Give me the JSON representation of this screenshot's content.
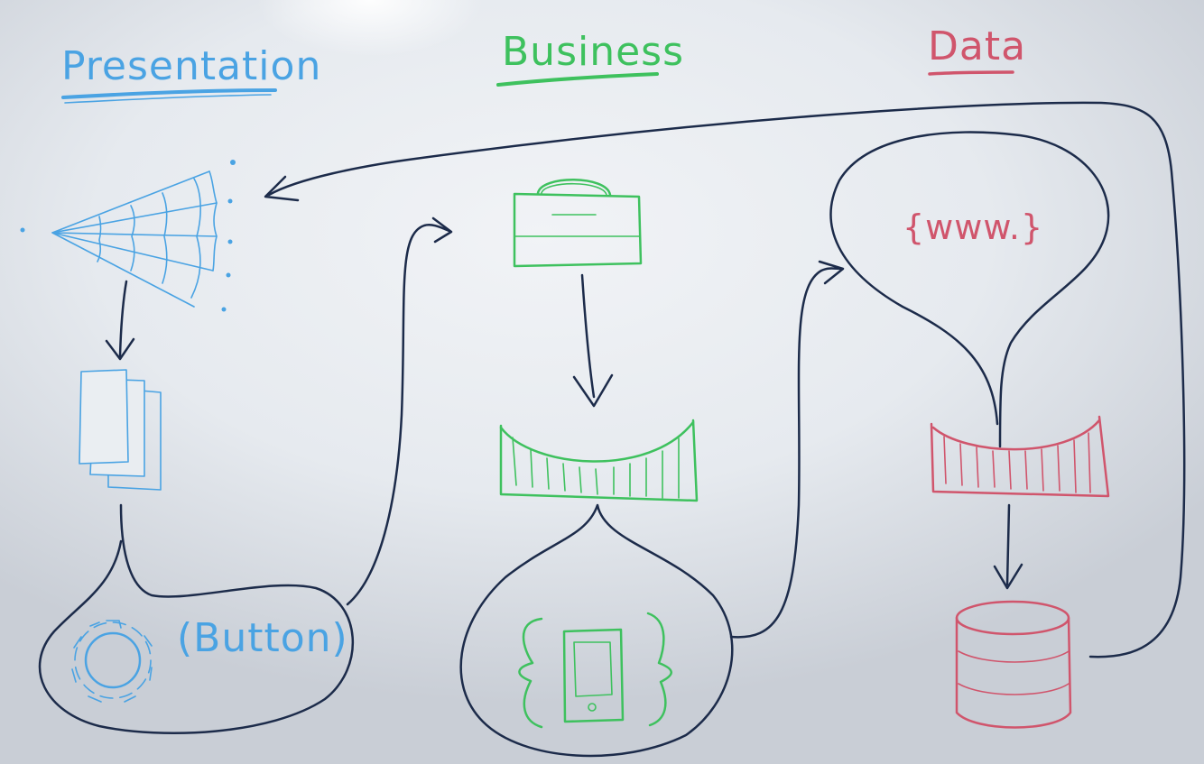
{
  "columns": {
    "presentation": {
      "heading": "Presentation",
      "color": "#4aa3e3"
    },
    "business": {
      "heading": "Business",
      "color": "#3ec15e"
    },
    "data": {
      "heading": "Data",
      "color": "#d0556c"
    }
  },
  "labels": {
    "button_label": "(Button)",
    "www_label": "{www.}"
  },
  "icons": [
    "spider-web-icon",
    "pages-stack-icon",
    "gear-icon",
    "briefcase-icon",
    "bridge-icon",
    "mobile-phone-icon",
    "database-icon"
  ],
  "ink": {
    "connector": "#1c2b4a"
  }
}
